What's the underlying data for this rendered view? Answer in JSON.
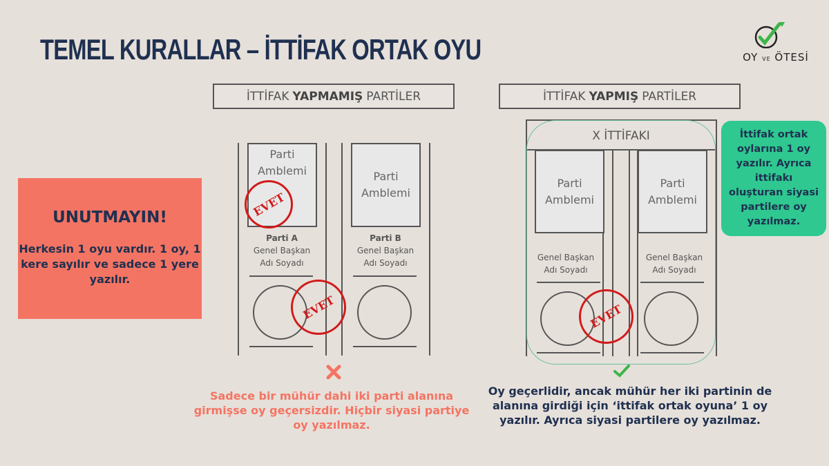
{
  "title": "TEMEL KURALLAR – İTTİFAK ORTAK OYU",
  "logo": {
    "text_oy": "OY",
    "text_ve": "VE",
    "text_otesi": "ÖTESİ",
    "icon": "check-circle-arrow-icon"
  },
  "note": {
    "heading": "UNUTMAYIN!",
    "body": "Herkesin 1 oyu vardır. 1 oy, 1 kere sayılır ve sadece 1 yere yazılır."
  },
  "left": {
    "header_pre": "İTTİFAK",
    "header_bold": "YAPMAMIŞ",
    "header_post": "PARTİLER",
    "parties": [
      {
        "logo": "Parti Amblemi",
        "name": "Parti A",
        "leader1": "Genel Başkan",
        "leader2": "Adı Soyadı"
      },
      {
        "logo": "Parti Amblemi",
        "name": "Parti B",
        "leader1": "Genel Başkan",
        "leader2": "Adı Soyadı"
      }
    ],
    "stamp": "EVET",
    "result_icon": "cross-icon",
    "caption": "Sadece bir mühür dahi iki parti alanına girmişse oy geçersizdir. Hiçbir siyasi partiye oy yazılmaz."
  },
  "right": {
    "header_pre": "İTTİFAK",
    "header_bold": "YAPMIŞ",
    "header_post": "PARTİLER",
    "alliance": "X İTTİFAKI",
    "parties": [
      {
        "logo": "Parti Amblemi",
        "leader1": "Genel Başkan",
        "leader2": "Adı Soyadı"
      },
      {
        "logo": "Parti Amblemi",
        "leader1": "Genel Başkan",
        "leader2": "Adı Soyadı"
      }
    ],
    "callout": "İttifak ortak oylarına 1 oy yazılır. Ayrıca ittifakı oluşturan siyasi partilere oy yazılmaz.",
    "stamp": "EVET",
    "result_icon": "check-icon",
    "caption": "Oy geçerlidir, ancak mühür her iki partinin de alanına girdiği için ‘ittifak ortak oyuna’ 1 oy yazılır. Ayrıca siyasi partilere oy yazılmaz."
  },
  "colors": {
    "title": "#1f3050",
    "note_bg": "#f47463",
    "callout_bg": "#2ec890",
    "stamp": "#d21a1a",
    "invalid": "#f47463"
  }
}
